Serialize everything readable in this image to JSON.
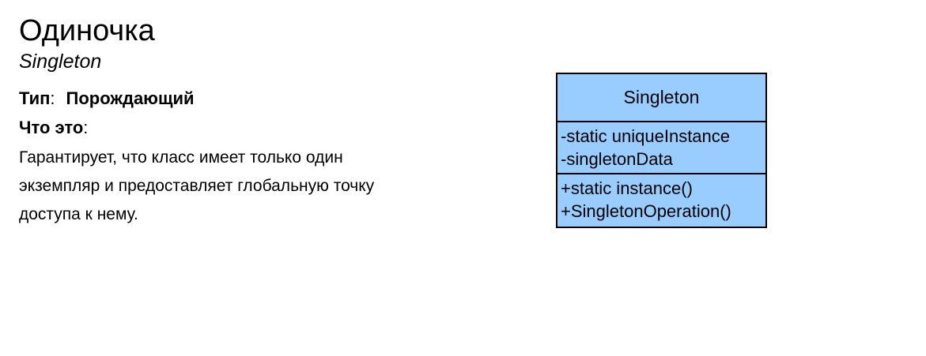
{
  "pattern": {
    "title": "Одиночка",
    "subtitle": "Singleton",
    "type_label": "Тип",
    "type_value": "Порождающий",
    "what_label": "Что это",
    "description": "Гарантирует, что класс имеет только один экземпляр и предоставляет глобальную точку доступа к нему."
  },
  "uml": {
    "class_name": "Singleton",
    "attributes": [
      "-static uniqueInstance",
      "-singletonData"
    ],
    "operations": [
      "+static instance()",
      "+SingletonOperation()"
    ],
    "fill_color": "#99ccff",
    "border_color": "#000000"
  }
}
